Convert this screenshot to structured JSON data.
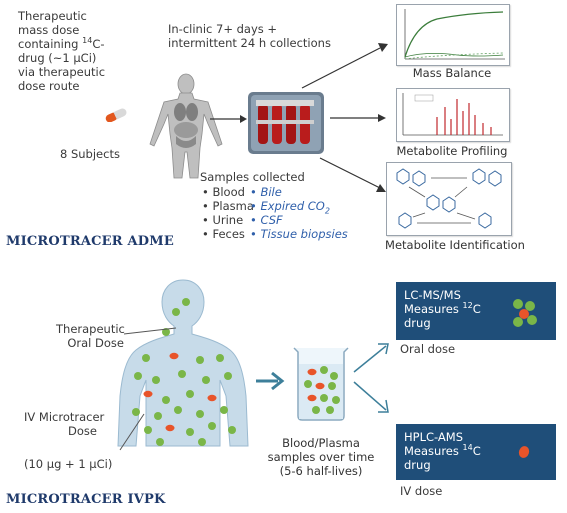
{
  "adme": {
    "dose_text_1": "Therapeutic",
    "dose_text_2": "mass dose",
    "dose_text_3a": "containing ",
    "dose_text_3sup": "14",
    "dose_text_3b": "C-",
    "dose_text_4": "drug (~1 µCi)",
    "dose_text_5": "via therapeutic",
    "dose_text_6": "dose route",
    "subjects": "8 Subjects",
    "inclinic_1": "In-clinic 7+ days +",
    "inclinic_2": "intermittent 24 h collections",
    "samples_title": "Samples collected",
    "samples_left": [
      "Blood",
      "Plasma",
      "Urine",
      "Feces"
    ],
    "samples_right": [
      "Bile",
      "Expired CO",
      "CSF",
      "Tissue biopsies"
    ],
    "co2_sub": "2",
    "outputs": [
      "Mass Balance",
      "Metabolite Profiling",
      "Metabolite Identification"
    ],
    "heading": "MICROTRACER ADME"
  },
  "ivpk": {
    "oral_1": "Therapeutic",
    "oral_2": "Oral Dose",
    "iv_1": "IV Microtracer",
    "iv_2": "Dose",
    "iv_3": "(10 µg + 1 µCi)",
    "samples_1": "Blood/Plasma",
    "samples_2": "samples over time",
    "samples_3": "(5-6 half-lives)",
    "box1_l1": "LC-MS/MS",
    "box1_l2a": "Measures ",
    "box1_sup": "12",
    "box1_l2b": "C",
    "box1_l3": "drug",
    "box1_caption": "Oral dose",
    "box2_l1": "HPLC-AMS",
    "box2_l2a": "Measures ",
    "box2_sup": "14",
    "box2_l2b": "C",
    "box2_l3": "drug",
    "box2_caption": "IV dose",
    "heading": "MICROTRACER IVPK"
  },
  "colors": {
    "navy": "#1f4e79",
    "green_dot": "#7ab648",
    "orange_dot": "#e8542a",
    "teal_arrow": "#3d7f9a",
    "heading": "#1f3a6b"
  }
}
